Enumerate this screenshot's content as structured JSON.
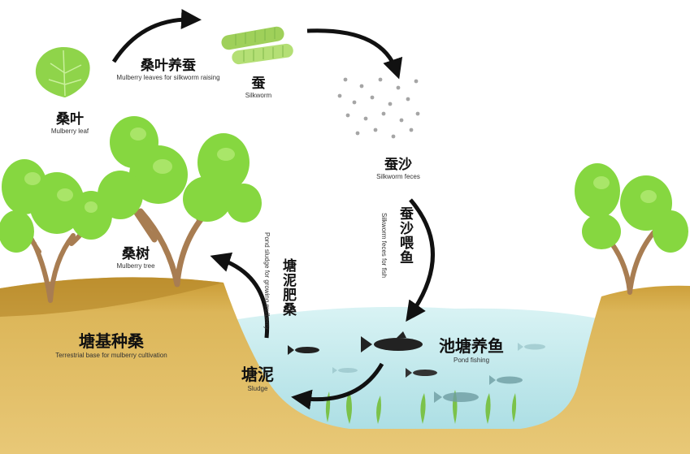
{
  "labels": {
    "mulberry_leaf": {
      "zh": "桑叶",
      "en": "Mulberry leaf"
    },
    "leaf_to_silkworm": {
      "zh": "桑叶养蚕",
      "en": "Mulberry leaves for silkworm raising"
    },
    "silkworm": {
      "zh": "蚕",
      "en": "Silkworm"
    },
    "silkworm_feces": {
      "zh": "蚕沙",
      "en": "Silkworm feces"
    },
    "feces_feed_fish": {
      "zh": "蚕沙喂鱼",
      "en": "Silkworm feces for fish"
    },
    "pond_fishing": {
      "zh": "池塘养鱼",
      "en": "Pond fishing"
    },
    "sludge": {
      "zh": "塘泥",
      "en": "Sludge"
    },
    "sludge_for_mulberry": {
      "zh": "塘泥肥桑",
      "en": "Pond sludge for growing mulberry"
    },
    "mulberry_tree": {
      "zh": "桑树",
      "en": "Mulberry tree"
    },
    "terrestrial_base": {
      "zh": "塘基种桑",
      "en": "Terrestrial base for mulberry cultivation"
    }
  },
  "colors": {
    "soil": "#d8b24e",
    "soil_dark": "#b78a2a",
    "water": "#bfe8ec",
    "leaf": "#7fd33a",
    "trunk": "#a87d52",
    "silkworm": "#a5d86a",
    "fish": "#333333",
    "arrow": "#111111"
  }
}
